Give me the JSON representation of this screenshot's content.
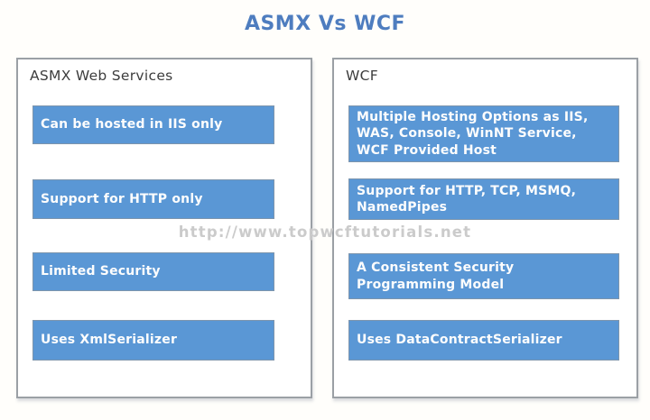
{
  "title": "ASMX Vs WCF",
  "watermark": "http://www.topwcftutorials.net",
  "colors": {
    "title_blue": "#4e7dbf",
    "box_blue": "#5a97d5",
    "box_border": "#7d95ad",
    "box_text": "#fdfdfd",
    "panel_border": "#9ba0a5",
    "header_text": "#3d3d3d",
    "watermark_gray": "#cbcbcb",
    "background": "#fffefb"
  },
  "panels": [
    {
      "header": "ASMX Web Services",
      "items": [
        "Can be hosted in IIS only",
        "Support for HTTP only",
        "Limited Security",
        "Uses XmlSerializer"
      ]
    },
    {
      "header": "WCF",
      "items": [
        "Multiple Hosting Options as IIS,\nWAS, Console, WinNT Service,\nWCF Provided Host",
        "Support for HTTP, TCP, MSMQ,\nNamedPipes",
        "A Consistent Security\nProgramming Model",
        "Uses DataContractSerializer"
      ]
    }
  ]
}
